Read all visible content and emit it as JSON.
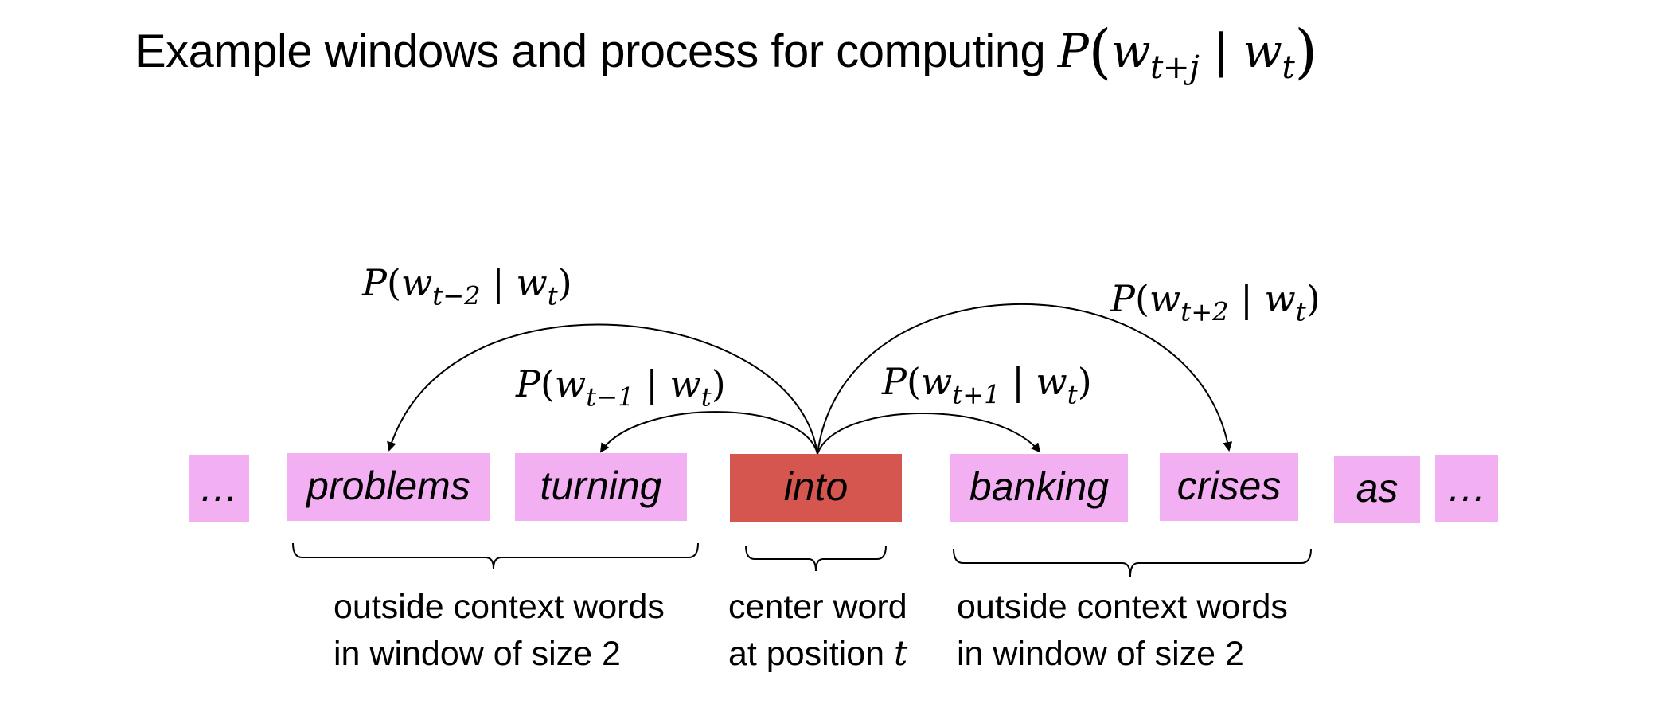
{
  "title": {
    "text": "Example windows and process for computing",
    "formula": {
      "P": "P",
      "w": "w",
      "sub": "t+j",
      "bar": "|",
      "cond_w": "w",
      "cond_sub": "t"
    }
  },
  "sequence": [
    {
      "word": "…",
      "role": "outside"
    },
    {
      "word": "problems",
      "role": "context"
    },
    {
      "word": "turning",
      "role": "context"
    },
    {
      "word": "into",
      "role": "center"
    },
    {
      "word": "banking",
      "role": "context"
    },
    {
      "word": "crises",
      "role": "context"
    },
    {
      "word": "as",
      "role": "outside"
    },
    {
      "word": "…",
      "role": "outside"
    }
  ],
  "probabilities": [
    {
      "P": "P",
      "w": "w",
      "sub": "t−2",
      "bar": "|",
      "cond_w": "w",
      "cond_sub": "t",
      "target": "problems"
    },
    {
      "P": "P",
      "w": "w",
      "sub": "t−1",
      "bar": "|",
      "cond_w": "w",
      "cond_sub": "t",
      "target": "turning"
    },
    {
      "P": "P",
      "w": "w",
      "sub": "t+1",
      "bar": "|",
      "cond_w": "w",
      "cond_sub": "t",
      "target": "banking"
    },
    {
      "P": "P",
      "w": "w",
      "sub": "t+2",
      "bar": "|",
      "cond_w": "w",
      "cond_sub": "t",
      "target": "crises"
    }
  ],
  "captions": {
    "left": {
      "line1": "outside context words",
      "line2": "in window of size 2"
    },
    "center": {
      "line1": "center word",
      "line2_prefix": "at position ",
      "line2_var": "t"
    },
    "right": {
      "line1": "outside context words",
      "line2": "in window of size 2"
    }
  },
  "colors": {
    "context": "#F2AFF2",
    "center": "#D4564F",
    "line": "#000000"
  }
}
